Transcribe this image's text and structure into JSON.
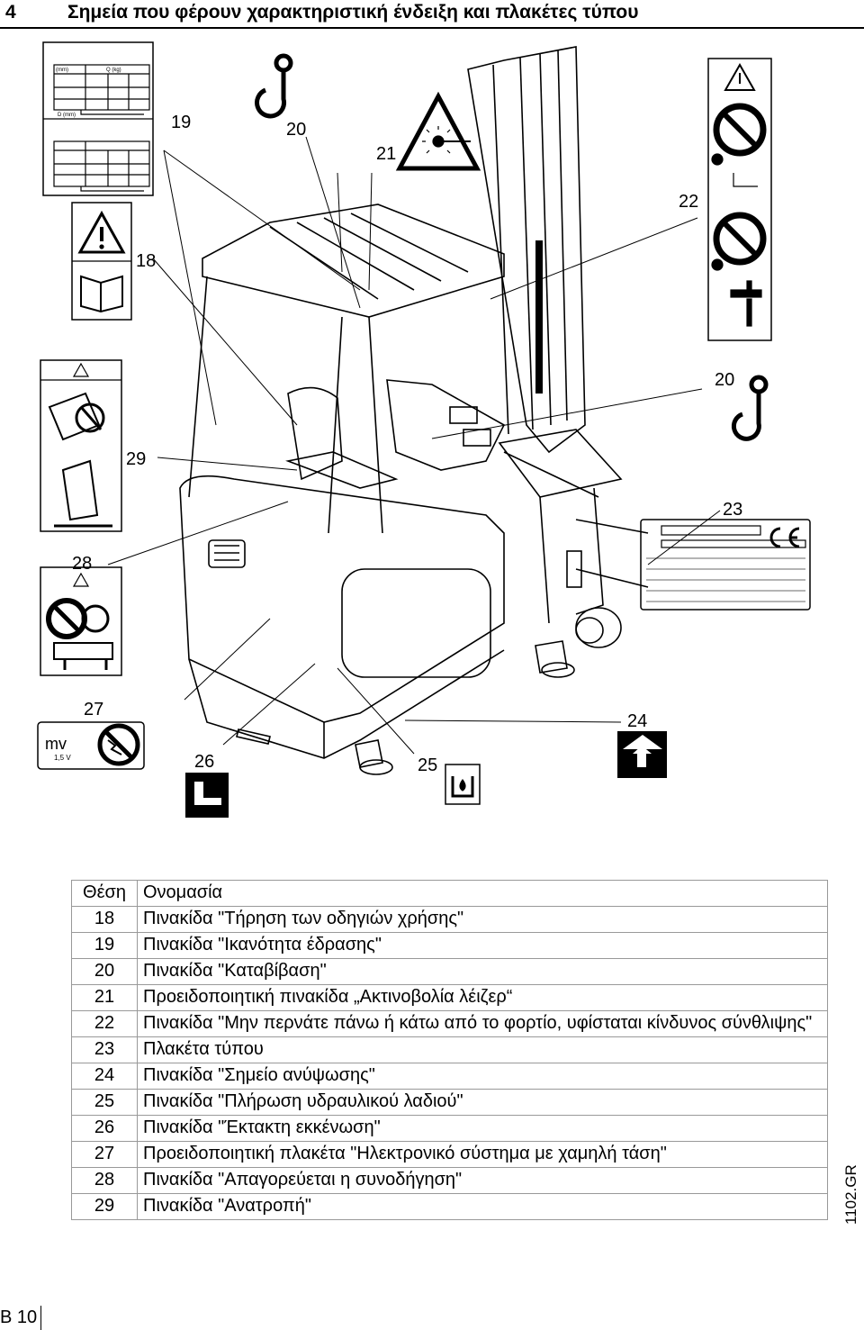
{
  "header": {
    "section_number": "4",
    "title": "Σημεία που φέρουν χαρακτηριστική ένδειξη και πλακέτες τύπου"
  },
  "figure": {
    "callouts": [
      "18",
      "19",
      "20",
      "20",
      "21",
      "22",
      "23",
      "24",
      "25",
      "26",
      "27",
      "28",
      "29"
    ],
    "plate19_col_a": "(mm)",
    "plate19_col_b": "Q (kg)",
    "plate19_foot": "D (mm)",
    "plate27_mv": "mv",
    "plate27_voltage": "1,5 V",
    "icons": [
      "hook-icon",
      "laser-warning-icon",
      "warning-triangle-icon",
      "book-icon",
      "no-step-under-load-icon",
      "hand-pinch-icon",
      "tip-over-icon",
      "no-passenger-icon",
      "ce-mark-icon",
      "jack-point-icon",
      "oil-fill-icon",
      "emergency-lowering-icon",
      "low-voltage-icon"
    ]
  },
  "table": {
    "col_pos": "Θέση",
    "col_name": "Ονομασία",
    "rows": [
      {
        "pos": "18",
        "name": "Πινακίδα \"Τήρηση των οδηγιών χρήσης\""
      },
      {
        "pos": "19",
        "name": "Πινακίδα \"Ικανότητα έδρασης\""
      },
      {
        "pos": "20",
        "name": "Πινακίδα \"Καταβίβαση\""
      },
      {
        "pos": "21",
        "name": "Προειδοποιητική πινακίδα „Ακτινοβολία λέιζερ“"
      },
      {
        "pos": "22",
        "name": "Πινακίδα \"Μην περνάτε πάνω ή κάτω από το φορτίο, υφίσταται κίνδυνος σύνθλιψης\""
      },
      {
        "pos": "23",
        "name": "Πλακέτα τύπου"
      },
      {
        "pos": "24",
        "name": "Πινακίδα \"Σημείο ανύψωσης\""
      },
      {
        "pos": "25",
        "name": "Πινακίδα \"Πλήρωση υδραυλικού λαδιού\""
      },
      {
        "pos": "26",
        "name": "Πινακίδα \"Έκτακτη εκκένωση\""
      },
      {
        "pos": "27",
        "name": "Προειδοποιητική πλακέτα \"Ηλεκτρονικό σύστημα με χαμηλή τάση\""
      },
      {
        "pos": "28",
        "name": "Πινακίδα \"Απαγορεύεται η συνοδήγηση\""
      },
      {
        "pos": "29",
        "name": "Πινακίδα \"Ανατροπή\""
      }
    ]
  },
  "footer": {
    "page": "B 10",
    "doc_code": "1102.GR"
  }
}
